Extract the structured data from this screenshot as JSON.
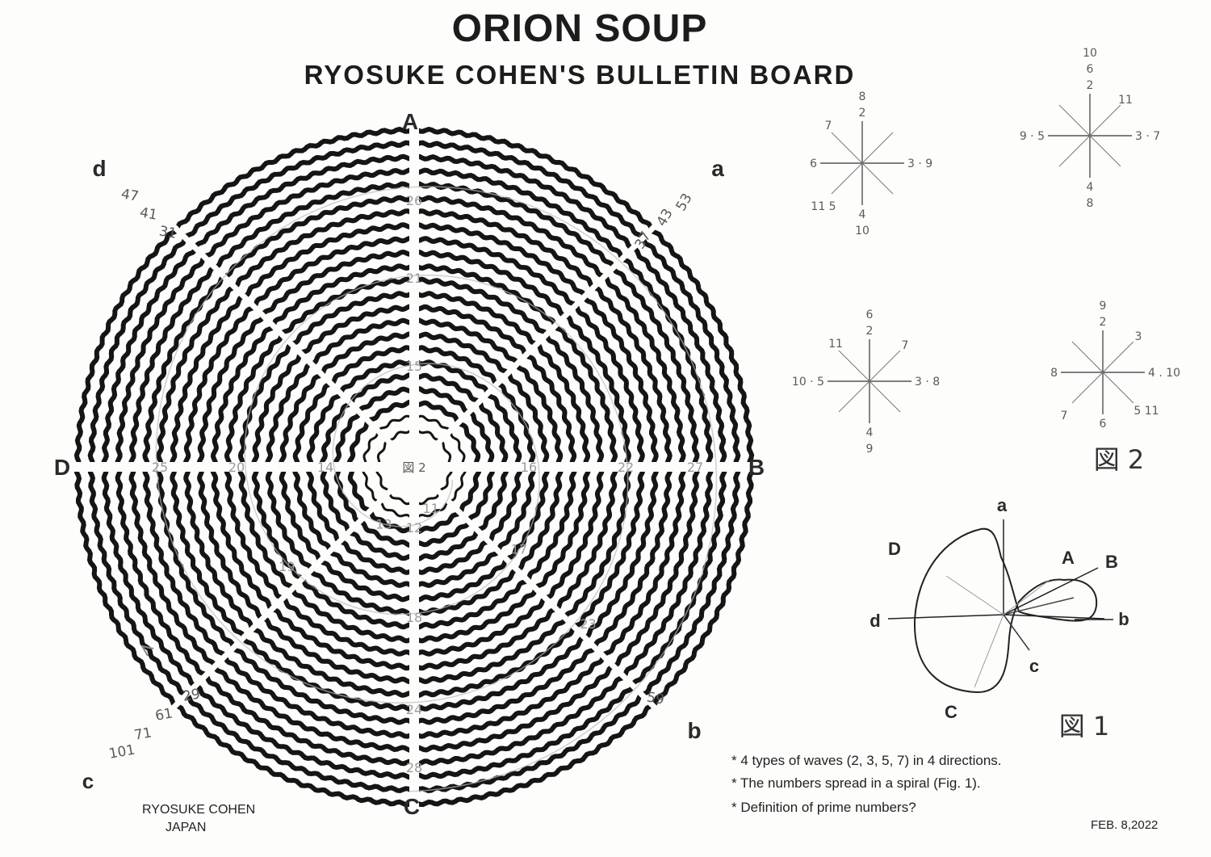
{
  "header": {
    "title": "ORION SOUP",
    "subtitle": "RYOSUKE COHEN'S BULLETIN BOARD"
  },
  "main_diagram": {
    "axis_labels": {
      "A": "A",
      "B": "B",
      "C": "C",
      "D": "D"
    },
    "diag_labels": {
      "a": "a",
      "b": "b",
      "c": "c",
      "d": "d"
    },
    "center_label": "図 2",
    "ring_numbers": [
      {
        "text": "26",
        "angle": 0,
        "r": 330
      },
      {
        "text": "21",
        "angle": 0,
        "r": 234
      },
      {
        "text": "15",
        "angle": 0,
        "r": 125
      },
      {
        "text": "16",
        "angle": 90,
        "r": 142
      },
      {
        "text": "22",
        "angle": 90,
        "r": 262
      },
      {
        "text": "27",
        "angle": 90,
        "r": 348
      },
      {
        "text": "25",
        "angle": 270,
        "r": 315
      },
      {
        "text": "20",
        "angle": 270,
        "r": 220
      },
      {
        "text": "14",
        "angle": 270,
        "r": 110
      },
      {
        "text": "12",
        "angle": 180,
        "r": 75
      },
      {
        "text": "18",
        "angle": 180,
        "r": 186
      },
      {
        "text": "24",
        "angle": 180,
        "r": 300
      },
      {
        "text": "28",
        "angle": 180,
        "r": 372
      },
      {
        "text": "11",
        "angle": 158,
        "r": 55
      },
      {
        "text": "13",
        "angle": 208,
        "r": 80
      },
      {
        "text": "17",
        "angle": 128,
        "r": 165
      },
      {
        "text": "19",
        "angle": 232,
        "r": 200
      },
      {
        "text": "23",
        "angle": 132,
        "r": 290
      }
    ],
    "outer_numbers": {
      "a": [
        "37",
        "43",
        "53"
      ],
      "b": [
        "59"
      ],
      "c": [
        "29",
        "61",
        "71",
        "101"
      ],
      "d": [
        "31",
        "41",
        "47"
      ]
    }
  },
  "figure2": {
    "caption": "図  2",
    "stars": [
      {
        "top": [
          "8",
          "2"
        ],
        "right": "3 · 9",
        "left": "6",
        "bottom": [
          "4",
          "10"
        ],
        "ul": "7",
        "ll": "11 5",
        "lr": "",
        "ur": ""
      },
      {
        "top": [
          "10",
          "6",
          "2"
        ],
        "right": "3 · 7",
        "left": "9 · 5",
        "bottom": [
          "4",
          "8"
        ],
        "ul": "",
        "ll": "",
        "lr": "",
        "ur": "11"
      },
      {
        "top": [
          "6",
          "2"
        ],
        "right": "3 · 8",
        "left": "10 · 5",
        "bottom": [
          "4",
          "9"
        ],
        "ul": "11",
        "ll": "",
        "lr": "",
        "ur": "7"
      },
      {
        "top": [
          "9",
          "2"
        ],
        "right": "4 . 10",
        "left": "8",
        "bottom": [
          "6"
        ],
        "ul": "",
        "ll": "7",
        "lr": "5 11",
        "ur": "3"
      }
    ]
  },
  "figure1": {
    "caption": "図  1",
    "labels": {
      "a": "a",
      "D": "D",
      "A": "A",
      "B": "B",
      "d": "d",
      "b": "b",
      "c": "c",
      "C": "C"
    }
  },
  "notes": [
    "* 4 types of waves (2, 3, 5, 7) in 4 directions.",
    "* The numbers spread in a spiral (Fig. 1).",
    "* Definition of prime numbers?"
  ],
  "signature": {
    "name": "RYOSUKE COHEN",
    "country": "JAPAN"
  },
  "date": "FEB. 8,2022"
}
